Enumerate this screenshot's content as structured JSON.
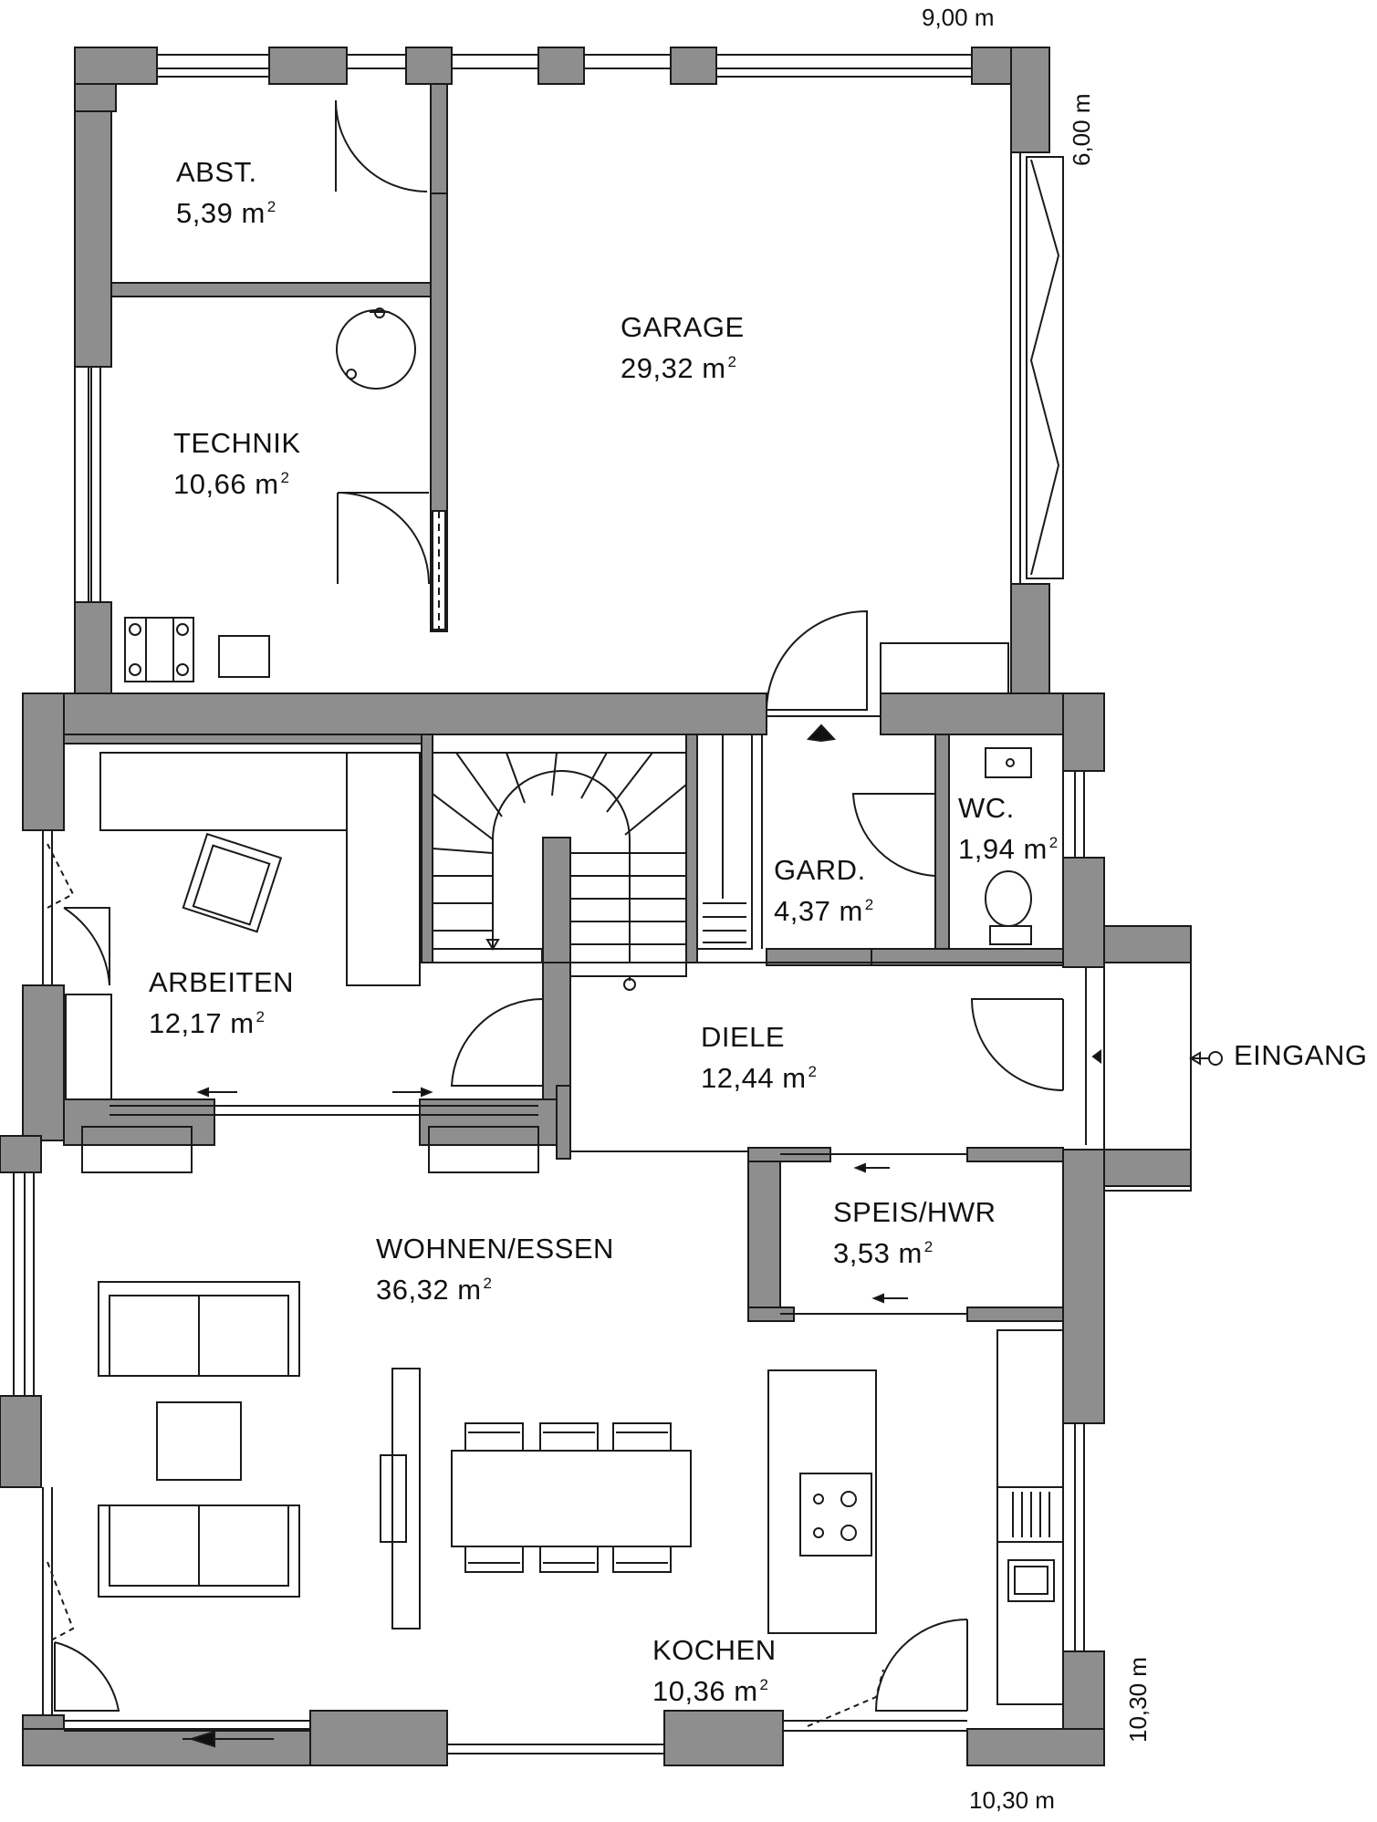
{
  "rooms": {
    "abst": {
      "name": "ABST.",
      "area": "5,39 m",
      "unit_sup": "2"
    },
    "garage": {
      "name": "GARAGE",
      "area": "29,32 m",
      "unit_sup": "2"
    },
    "technik": {
      "name": "TECHNIK",
      "area": "10,66 m",
      "unit_sup": "2"
    },
    "wc": {
      "name": "WC.",
      "area": "1,94 m",
      "unit_sup": "2"
    },
    "gard": {
      "name": "GARD.",
      "area": "4,37 m",
      "unit_sup": "2"
    },
    "arbeiten": {
      "name": "ARBEITEN",
      "area": "12,17 m",
      "unit_sup": "2"
    },
    "diele": {
      "name": "DIELE",
      "area": "12,44 m",
      "unit_sup": "2"
    },
    "speis": {
      "name": "SPEIS/HWR",
      "area": "3,53 m",
      "unit_sup": "2"
    },
    "wohnen": {
      "name": "WOHNEN/ESSEN",
      "area": "36,32 m",
      "unit_sup": "2"
    },
    "kochen": {
      "name": "KOCHEN",
      "area": "10,36 m",
      "unit_sup": "2"
    }
  },
  "entrance_label": "EINGANG",
  "dimensions": {
    "top_width": "9,00 m",
    "garage_depth": "6,00 m",
    "bottom_width": "10,30 m",
    "house_depth": "10,30 m"
  },
  "colors": {
    "wall": "#8e8e8e",
    "line": "#1a1a1a",
    "background": "#ffffff"
  }
}
